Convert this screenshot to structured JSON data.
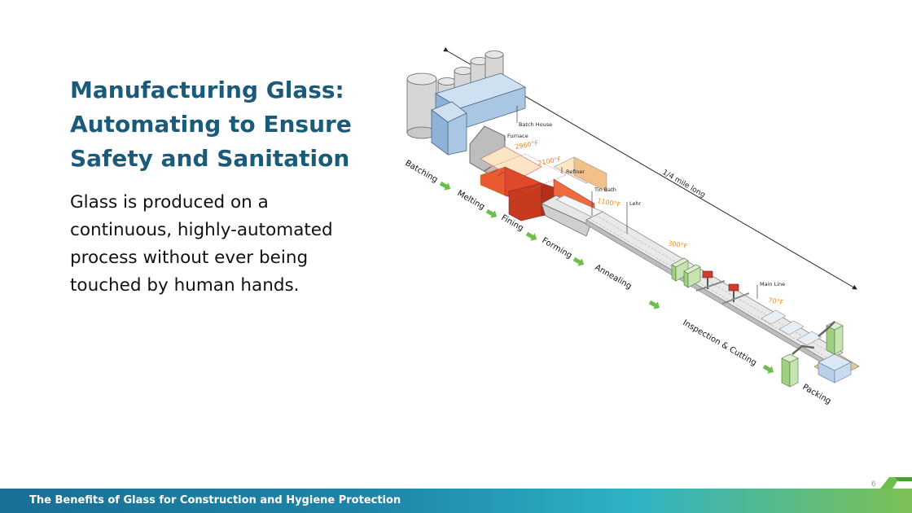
{
  "slide": {
    "title_lines": [
      "Manufacturing Glass:",
      "Automating to Ensure",
      "Safety and Sanitation"
    ],
    "body_lines": [
      "Glass is produced on a",
      "continuous, highly-automated",
      "process without ever being",
      "touched by human hands."
    ],
    "page_number": "6",
    "footer_text": "The Benefits of Glass for Construction and Hygiene Protection"
  },
  "diagram": {
    "length_label": "1/4 mile long",
    "stations": {
      "batch_house": "Batch House",
      "furnace": "Furnace",
      "refiner": "Refiner",
      "tin_bath": "Tin Bath",
      "lehr": "Lehr",
      "main_line": "Main Line"
    },
    "temperatures": {
      "furnace": "2960°F",
      "refiner": "2100°F",
      "tin_bath": "1100°F",
      "lehr": "300°F",
      "main_line": "70°F"
    },
    "stages": [
      "Batching",
      "Melting",
      "Fining",
      "Forming",
      "Annealing",
      "Inspection & Cutting",
      "Packing"
    ],
    "colors": {
      "title": "#1b5b7a",
      "arrow": "#6cc04a",
      "temperature": "#f08a1c",
      "furnace": "#e0482a",
      "hopper": "#a9c7e2"
    }
  }
}
